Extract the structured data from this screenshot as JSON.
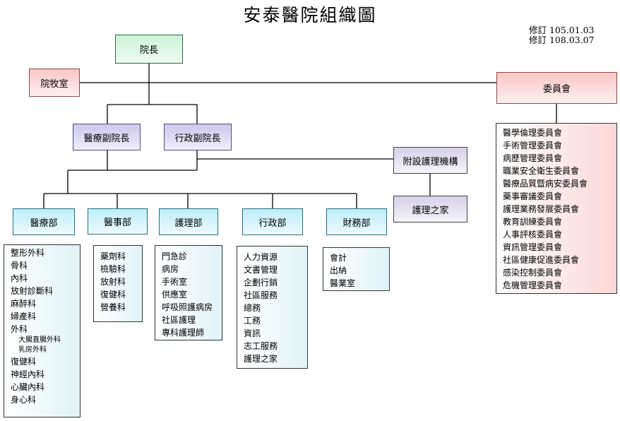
{
  "title": "安泰醫院組織圖",
  "revisions": [
    "修訂 105.01.03",
    "修訂 108.03.07"
  ],
  "nodes": {
    "president": "院長",
    "chaplain": "院牧室",
    "committee": "委員會",
    "medical_vp": "醫療副院長",
    "admin_vp": "行政副院長",
    "nursing_institution": "附設護理機構",
    "nursing_home": "護理之家",
    "medical_dept": "醫療部",
    "medical_affairs_dept": "醫事部",
    "nursing_dept": "護理部",
    "admin_dept": "行政部",
    "finance_dept": "財務部"
  },
  "lists": {
    "committees": [
      "醫學倫理委員會",
      "手術管理委員會",
      "病歷管理委員會",
      "職業安全衛生委員會",
      "醫療品質暨病安委員會",
      "藥事審議委員會",
      "護理業務發展委員會",
      "教育訓練委員會",
      "人事評核委員會",
      "資訊管理委員會",
      "社區健康促進委員會",
      "感染控制委員會",
      "危機管理委員會"
    ],
    "medical": [
      "整形外科",
      "骨科",
      "內科",
      "放射診斷科",
      "麻醉科",
      "婦產科",
      "外科",
      "大腸直腸外科",
      "乳房外科",
      "復健科",
      "神經內科",
      "心臟內科",
      "身心科"
    ],
    "medical_affairs": [
      "藥劑科",
      "檢驗科",
      "放射科",
      "復健科",
      "營養科"
    ],
    "nursing": [
      "門急診",
      "病房",
      "手術室",
      "供應室",
      "呼吸照護病房",
      "社區護理",
      "專科護理師"
    ],
    "admin": [
      "人力資源",
      "文書管理",
      "企劃行銷",
      "社區服務",
      "總務",
      "工務",
      "資訊",
      "志工服務",
      "護理之家"
    ],
    "finance": [
      "會計",
      "出納",
      "醫業室"
    ]
  }
}
